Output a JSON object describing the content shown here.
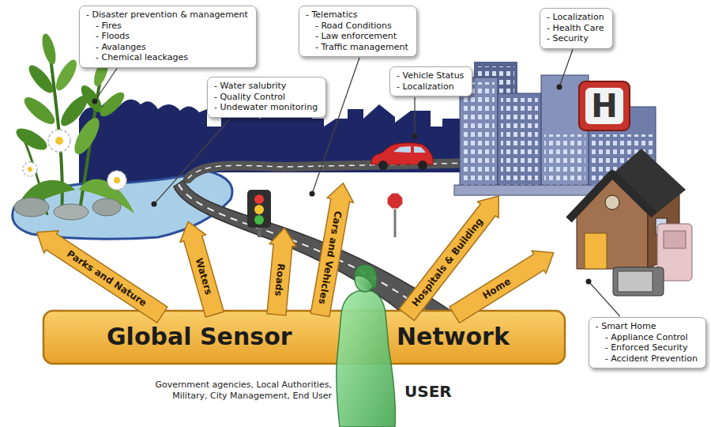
{
  "diagram": {
    "nodes": [
      {
        "text": [
          "- Disaster prevention & management",
          "- Fires",
          "- Floods",
          "- Avalanges",
          "- Chemical leackages"
        ]
      },
      {
        "text": [
          "- Telematics",
          "- Road Conditions",
          "- Law enforcement",
          "- Traffic management"
        ]
      },
      {
        "text": [
          "- Localization",
          "- Health Care",
          "- Security"
        ]
      },
      {
        "text": [
          "- Water salubrity",
          "- Quality Control",
          "- Undewater monitoring"
        ]
      },
      {
        "text": [
          "- Vehicle Status",
          "- Localization"
        ]
      },
      {
        "text": [
          "Parks and Nature"
        ]
      },
      {
        "text": [
          "Waters"
        ]
      },
      {
        "text": [
          "Roads"
        ]
      },
      {
        "text": [
          "Cars and Vehicles"
        ]
      },
      {
        "text": [
          "Hospitals & Building"
        ]
      },
      {
        "text": [
          "Home"
        ]
      },
      {
        "text": [
          "Global Sensor",
          "Network"
        ]
      },
      {
        "text": [
          "- Smart Home",
          "- Appliance Control",
          "- Enforced Security",
          "- Accident Prevention"
        ]
      }
    ],
    "labels": [
      "Government agencies, Local Authorities, Military, City Management, End User",
      "USER",
      "H"
    ]
  }
}
